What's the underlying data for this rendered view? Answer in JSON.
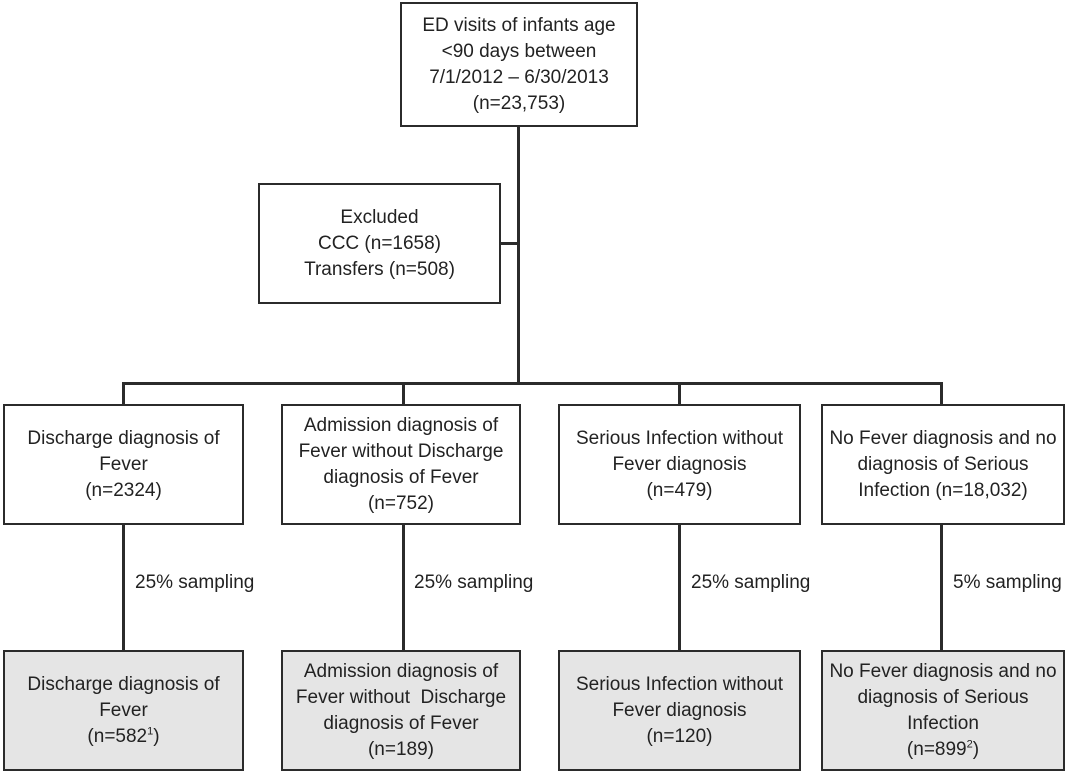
{
  "top": {
    "lines": [
      "ED visits of infants age",
      "<90 days between",
      "7/1/2012 – 6/30/2013",
      "(n=23,753)"
    ]
  },
  "excluded": {
    "lines": [
      "Excluded",
      "CCC (n=1658)",
      "Transfers (n=508)"
    ]
  },
  "groups": [
    {
      "lines": [
        "Discharge diagnosis of",
        "Fever",
        "(n=2324)"
      ],
      "sampling": "25% sampling",
      "sample": {
        "lines": [
          "Discharge diagnosis of",
          "Fever"
        ],
        "count": "(n=582",
        "sup": "1",
        "close": ")"
      }
    },
    {
      "lines": [
        "Admission diagnosis of",
        "Fever without Discharge",
        "diagnosis of Fever",
        "(n=752)"
      ],
      "sampling": "25% sampling",
      "sample": {
        "lines": [
          "Admission diagnosis of",
          "Fever without  Discharge",
          "diagnosis of Fever",
          "(n=189)"
        ]
      }
    },
    {
      "lines": [
        "Serious Infection without",
        "Fever diagnosis",
        "(n=479)"
      ],
      "sampling": "25% sampling",
      "sample": {
        "lines": [
          "Serious Infection without",
          "Fever diagnosis",
          "(n=120)"
        ]
      }
    },
    {
      "lines": [
        "No Fever diagnosis and no",
        "diagnosis of Serious",
        "Infection (n=18,032)"
      ],
      "sampling": "5% sampling",
      "sample": {
        "lines": [
          "No Fever diagnosis and no",
          "diagnosis of Serious",
          "Infection"
        ],
        "count": "(n=899",
        "sup": "2",
        "close": ")"
      }
    }
  ]
}
